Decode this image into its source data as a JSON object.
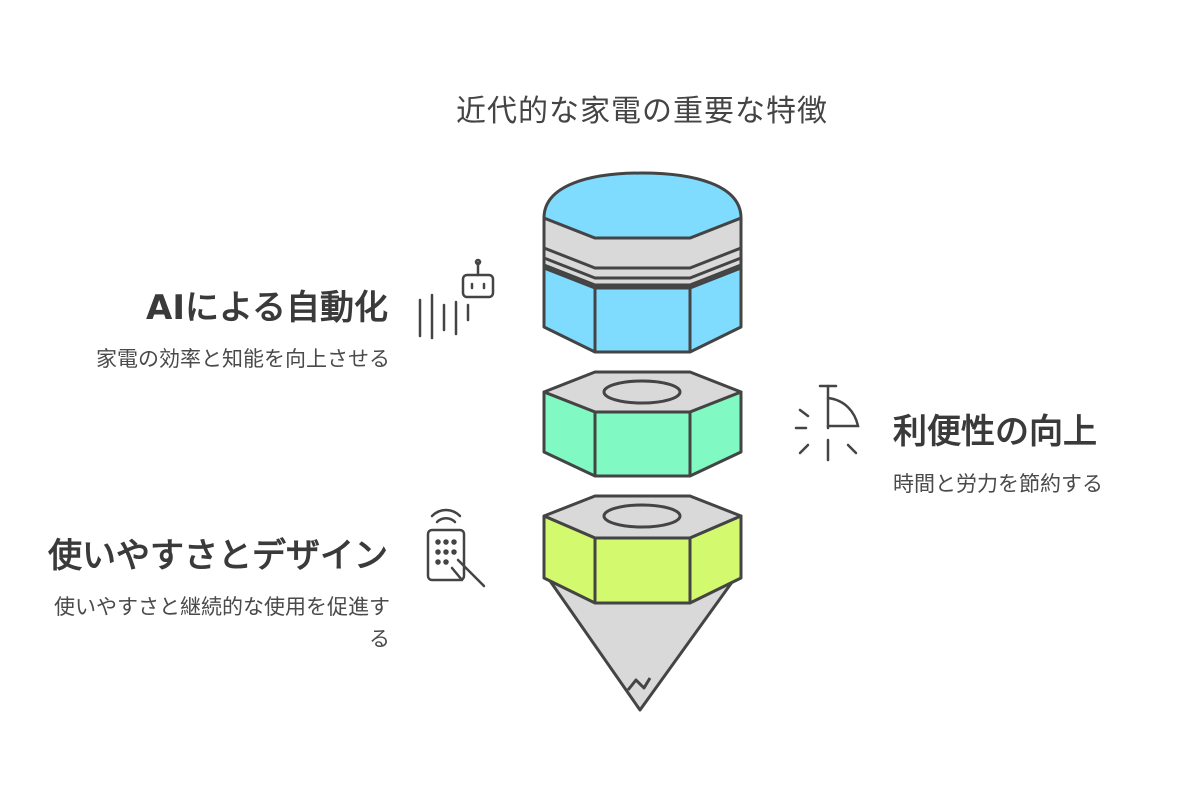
{
  "title": "近代的な家電の重要な特徴",
  "features": [
    {
      "heading": "AIによる自動化",
      "description": "家電の効率と知能を向上させる",
      "icon": "robot-icon"
    },
    {
      "heading": "利便性の向上",
      "description": "時間と労力を節約する",
      "icon": "lamp-icon"
    },
    {
      "heading": "使いやすさとデザイン",
      "description": "使いやすさと継続的な使用を促進する",
      "icon": "remote-control-icon"
    }
  ],
  "colors": {
    "top_block": "#7fdcff",
    "middle_block": "#80f9c3",
    "bottom_block": "#d3f96e",
    "gray": "#d9d9d9",
    "outline": "#444444"
  }
}
